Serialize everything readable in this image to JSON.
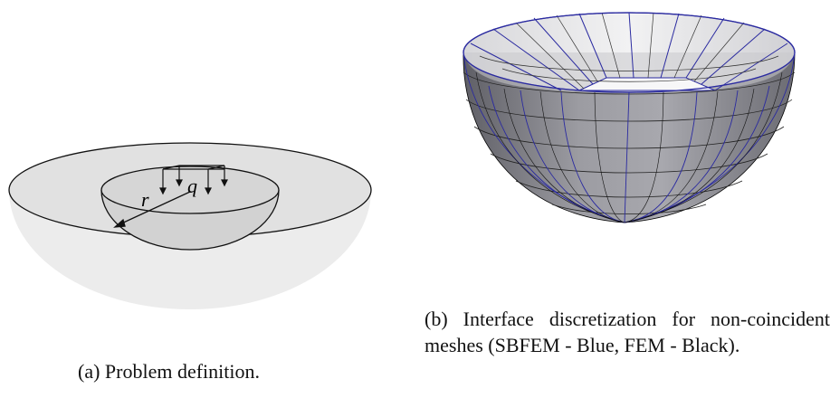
{
  "figure_a": {
    "caption": "(a) Problem definition.",
    "labels": {
      "radius": "r",
      "load": "q"
    }
  },
  "figure_b": {
    "caption": "(b) Interface discretization for non-coincident meshes (SBFEM - Blue, FEM - Black)."
  },
  "colors": {
    "sbfem_mesh": "#2a2aa0",
    "fem_mesh": "#000000",
    "domain_fill": "#e6e6e6",
    "inner_fill": "#cfcfcf",
    "bowl_shade": "#8a8a90"
  }
}
